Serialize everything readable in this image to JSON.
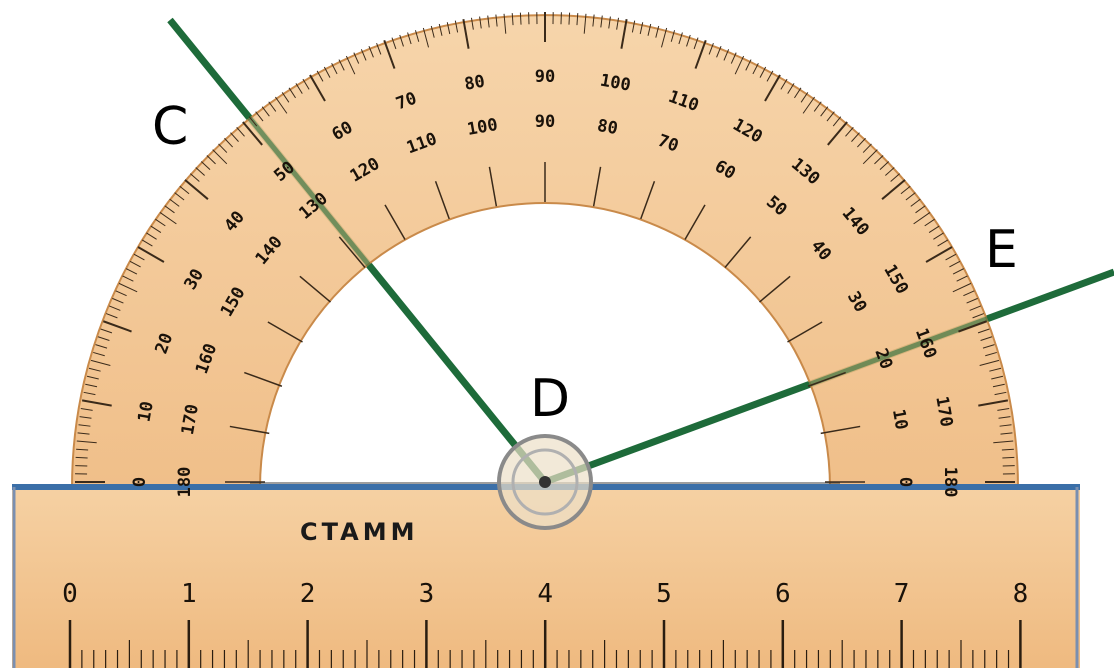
{
  "scene": {
    "points": [
      {
        "id": "C",
        "label": "C"
      },
      {
        "id": "D",
        "label": "D"
      },
      {
        "id": "E",
        "label": "E"
      }
    ],
    "rays": [
      {
        "from": "D",
        "to": "C",
        "color": "#1e6b3a"
      },
      {
        "from": "D",
        "to": "E",
        "color": "#1e6b3a"
      }
    ]
  },
  "protractor": {
    "brand": "CTAMM",
    "outer_scale": [
      "0",
      "10",
      "20",
      "30",
      "40",
      "50",
      "60",
      "70",
      "80",
      "90",
      "100",
      "110",
      "120",
      "130",
      "140",
      "150",
      "160",
      "170",
      "180"
    ],
    "inner_scale": [
      "180",
      "170",
      "160",
      "150",
      "140",
      "130",
      "120",
      "110",
      "100",
      "90",
      "80",
      "70",
      "60",
      "50",
      "40",
      "30",
      "20",
      "10",
      "0"
    ],
    "ruler_numbers": [
      "0",
      "1",
      "2",
      "3",
      "4",
      "5",
      "6",
      "7",
      "8"
    ],
    "body_color": "#f1c48f",
    "edge_color": "#3b6fa8"
  }
}
